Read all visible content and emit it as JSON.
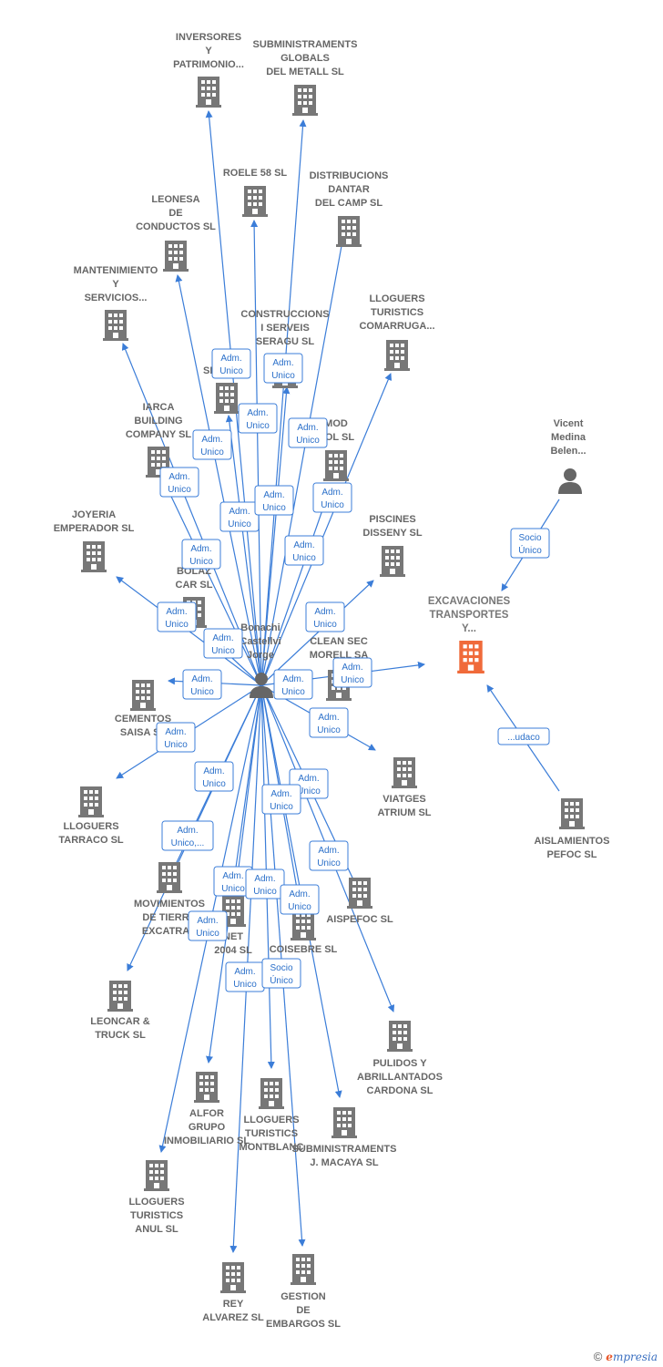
{
  "colors": {
    "edge": "#3b7dd8",
    "building": "#777777",
    "focus": "#f06a3a",
    "person": "#666666",
    "badge_border": "#3b7dd8"
  },
  "center_person": {
    "label_lines": [
      "Bonachi",
      "Castellvi",
      "Jorge"
    ]
  },
  "other_person": {
    "label_lines": [
      "Vicent",
      "Medina",
      "Belen..."
    ]
  },
  "focus_company": {
    "label_lines": [
      "EXCAVACIONES",
      "TRANSPORTES",
      "Y..."
    ]
  },
  "companies": [
    {
      "id": "inversores",
      "label_lines": [
        "INVERSORES",
        "Y",
        "PATRIMONIO..."
      ]
    },
    {
      "id": "subministraments_globals",
      "label_lines": [
        "SUBMINISTRAMENTS",
        "GLOBALS",
        "DEL METALL SL"
      ]
    },
    {
      "id": "roele",
      "label_lines": [
        "ROELE 58 SL"
      ]
    },
    {
      "id": "distribucions",
      "label_lines": [
        "DISTRIBUCIONS",
        "DANTAR",
        "DEL CAMP SL"
      ]
    },
    {
      "id": "leonesa",
      "label_lines": [
        "LEONESA",
        "DE",
        "CONDUCTOS SL"
      ]
    },
    {
      "id": "mantenimiento",
      "label_lines": [
        "MANTENIMIENTO",
        "Y",
        "SERVICIOS..."
      ]
    },
    {
      "id": "construccions",
      "label_lines": [
        "CONSTRUCCIONS",
        "I SERVEIS",
        "SERAGU SL"
      ]
    },
    {
      "id": "lloguers_comarruga",
      "label_lines": [
        "LLOGUERS",
        "TURISTICS",
        "COMARRUGA..."
      ]
    },
    {
      "id": "p_serv",
      "label_lines": [
        "P",
        "SERV...SL"
      ]
    },
    {
      "id": "iarca",
      "label_lines": [
        "IARCA",
        "BUILDING",
        "COMPANY SL"
      ]
    },
    {
      "id": "mod_rol",
      "label_lines": [
        "MOD",
        "ROL SL"
      ]
    },
    {
      "id": "joyeria",
      "label_lines": [
        "JOYERIA",
        "EMPERADOR SL"
      ]
    },
    {
      "id": "piscines",
      "label_lines": [
        "PISCINES",
        "DISSENY  SL"
      ]
    },
    {
      "id": "bolaz",
      "label_lines": [
        "BOLAZ",
        "CAR SL"
      ]
    },
    {
      "id": "clean_sec",
      "label_lines": [
        "CLEAN SEC",
        "MORELL SA"
      ]
    },
    {
      "id": "cementos",
      "label_lines": [
        "CEMENTOS",
        "SAISA  SL"
      ]
    },
    {
      "id": "viatges",
      "label_lines": [
        "VIATGES",
        "ATRIUM SL"
      ]
    },
    {
      "id": "aislamientos",
      "label_lines": [
        "AISLAMIENTOS",
        "PEFOC  SL"
      ]
    },
    {
      "id": "lloguers_tarraco",
      "label_lines": [
        "LLOGUERS",
        "TARRACO SL"
      ]
    },
    {
      "id": "movimientos",
      "label_lines": [
        "MOVIMIENTOS",
        "DE TIERRA",
        "EXCATRAK"
      ]
    },
    {
      "id": "net2004",
      "label_lines": [
        "NET",
        "2004 SL"
      ]
    },
    {
      "id": "coisebre",
      "label_lines": [
        "COISEBRE SL"
      ]
    },
    {
      "id": "aispefoc",
      "label_lines": [
        "AISPEFOC SL"
      ]
    },
    {
      "id": "leoncar",
      "label_lines": [
        "LEONCAR &",
        "TRUCK  SL"
      ]
    },
    {
      "id": "pulidos",
      "label_lines": [
        "PULIDOS Y",
        "ABRILLANTADOS",
        "CARDONA SL"
      ]
    },
    {
      "id": "alfor",
      "label_lines": [
        "ALFOR",
        "GRUPO",
        "INMOBILIARIO SL"
      ]
    },
    {
      "id": "lloguers_montblanc",
      "label_lines": [
        "LLOGUERS",
        "TURISTICS",
        "MONTBLANC"
      ]
    },
    {
      "id": "subministraments_macaya",
      "label_lines": [
        "SUBMINISTRAMENTS",
        "J.  MACAYA SL"
      ]
    },
    {
      "id": "lloguers_anul",
      "label_lines": [
        "LLOGUERS",
        "TURISTICS",
        "ANUL SL"
      ]
    },
    {
      "id": "rey_alvarez",
      "label_lines": [
        "REY",
        "ALVAREZ SL"
      ]
    },
    {
      "id": "gestion_embargos",
      "label_lines": [
        "GESTION",
        "DE",
        "EMBARGOS  SL"
      ]
    }
  ],
  "badges": [
    {
      "lines": [
        "Adm.",
        "Unico"
      ]
    },
    {
      "lines": [
        "Adm.",
        "Unico"
      ]
    },
    {
      "lines": [
        "Adm.",
        "Unico"
      ]
    },
    {
      "lines": [
        "Adm.",
        "Unico"
      ]
    },
    {
      "lines": [
        "Adm.",
        "Unico"
      ]
    },
    {
      "lines": [
        "Adm.",
        "Unico"
      ]
    },
    {
      "lines": [
        "Adm.",
        "Unico"
      ]
    },
    {
      "lines": [
        "Adm.",
        "Unico"
      ]
    },
    {
      "lines": [
        "Adm.",
        "Unico"
      ]
    },
    {
      "lines": [
        "Adm.",
        "Unico"
      ]
    },
    {
      "lines": [
        "Adm.",
        "Unico"
      ]
    },
    {
      "lines": [
        "Adm.",
        "Unico"
      ]
    },
    {
      "lines": [
        "Adm.",
        "Unico"
      ]
    },
    {
      "lines": [
        "Adm.",
        "Unico"
      ]
    },
    {
      "lines": [
        "Adm.",
        "Unico"
      ]
    },
    {
      "lines": [
        "Adm.",
        "Unico"
      ]
    },
    {
      "lines": [
        "Adm.",
        "Unico"
      ]
    },
    {
      "lines": [
        "Adm.",
        "Unico"
      ]
    },
    {
      "lines": [
        "Adm.",
        "Unico"
      ]
    },
    {
      "lines": [
        "Adm.",
        "Unico"
      ]
    },
    {
      "lines": [
        "Adm.",
        "Unico"
      ]
    },
    {
      "lines": [
        "Adm.",
        "Unico,..."
      ]
    },
    {
      "lines": [
        "Adm.",
        "Unico"
      ]
    },
    {
      "lines": [
        "Adm.",
        "Unico"
      ]
    },
    {
      "lines": [
        "Adm.",
        "Unico"
      ]
    },
    {
      "lines": [
        "Adm.",
        "Unico"
      ]
    },
    {
      "lines": [
        "Adm.",
        "Unico"
      ]
    },
    {
      "lines": [
        "Adm.",
        "Unico"
      ]
    },
    {
      "lines": [
        "Adm.",
        "Unico"
      ]
    },
    {
      "lines": [
        "Socio",
        "Único"
      ]
    },
    {
      "lines": [
        "Socio",
        "Único"
      ]
    },
    {
      "lines": [
        "...udaco"
      ]
    }
  ],
  "footer": {
    "copyright": "©",
    "brand_e": "e",
    "brand_rest": "mpresia"
  }
}
